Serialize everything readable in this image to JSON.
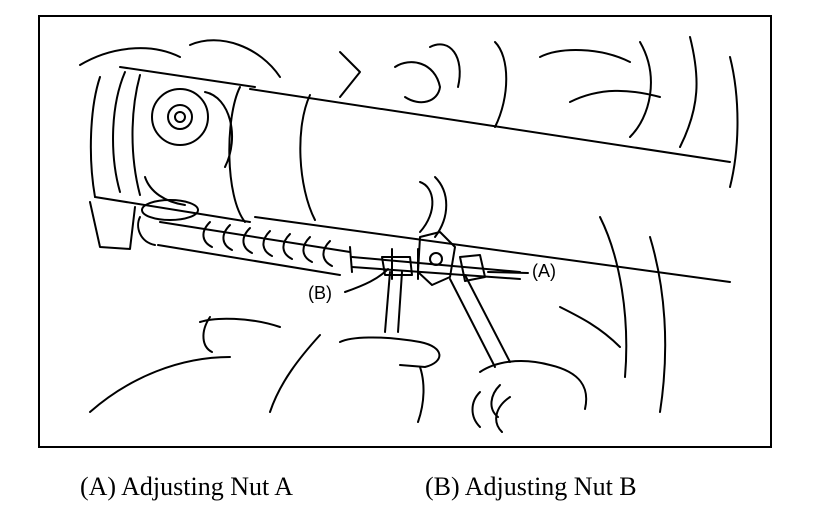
{
  "figure": {
    "callouts": {
      "a": "(A)",
      "b": "(B)"
    }
  },
  "captions": {
    "a": "(A) Adjusting Nut A",
    "b": "(B) Adjusting Nut B"
  }
}
